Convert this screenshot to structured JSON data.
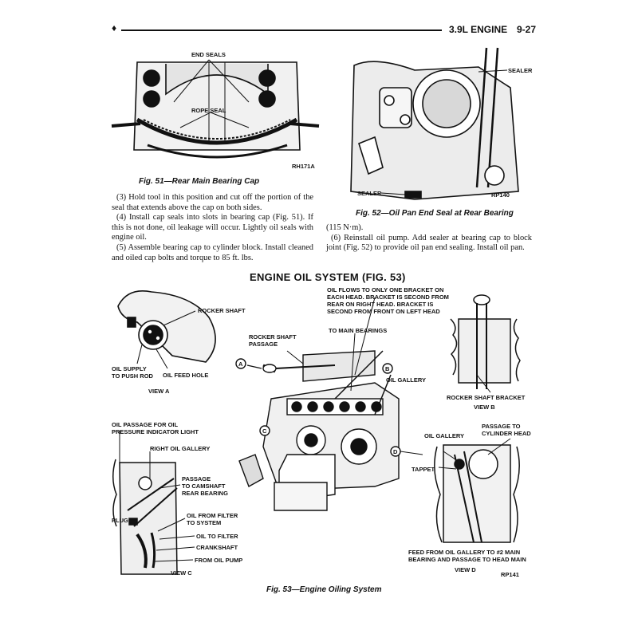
{
  "header": {
    "marker": "♦",
    "section": "3.9L ENGINE",
    "page": "9-27"
  },
  "fig51": {
    "caption": "Fig. 51—Rear Main Bearing Cap",
    "labels": {
      "end_seals": "END SEALS",
      "rope_seal": "ROPE SEAL",
      "code": "RH171A"
    }
  },
  "fig52": {
    "caption": "Fig. 52—Oil Pan End Seal at Rear Bearing",
    "labels": {
      "sealer_top": "SEALER",
      "sealer_bottom": "SEALER",
      "code": "RP140"
    }
  },
  "text_left": [
    "(3) Hold tool in this position and cut off the portion of the seal that extends above the cap on both sides.",
    "(4) Install cap seals into slots in bearing cap (Fig. 51). If this is not done, oil leakage will occur. Lightly oil seals with engine oil.",
    "(5) Assemble bearing cap to cylinder block. Install cleaned and oiled cap bolts and torque to 85 ft. lbs."
  ],
  "text_right": [
    "(115 N·m).",
    "(6) Reinstall oil pump. Add sealer at bearing cap to block joint (Fig. 52) to provide oil pan end sealing. Install oil pan."
  ],
  "fig53": {
    "title": "ENGINE OIL SYSTEM (FIG. 53)",
    "caption": "Fig. 53—Engine Oiling System",
    "view_a": {
      "rocker_shaft": "ROCKER SHAFT",
      "oil_supply": "OIL SUPPLY\nTO PUSH ROD",
      "oil_feed_hole": "OIL FEED HOLE",
      "view": "VIEW A"
    },
    "center": {
      "bracket_note": "OIL FLOWS TO ONLY ONE BRACKET ON\nEACH HEAD. BRACKET IS SECOND FROM\nREAR ON RIGHT HEAD. BRACKET IS\nSECOND FROM FRONT ON LEFT HEAD",
      "rocker_passage": "ROCKER SHAFT\nPASSAGE",
      "to_main_bearings": "TO MAIN BEARINGS",
      "oil_gallery": "OIL GALLERY",
      "marker_a": "A",
      "marker_b": "B",
      "marker_c": "C",
      "marker_d": "D"
    },
    "view_b": {
      "bracket": "ROCKER SHAFT BRACKET",
      "view": "VIEW B"
    },
    "view_c": {
      "oil_passage": "OIL PASSAGE FOR OIL\nPRESSURE INDICATOR LIGHT",
      "right_gallery": "RIGHT OIL GALLERY",
      "passage_camshaft": "PASSAGE\nTO CAMSHAFT\nREAR BEARING",
      "plug": "PLUG",
      "oil_from_filter": "OIL FROM FILTER\nTO SYSTEM",
      "oil_to_filter": "OIL TO FILTER",
      "crankshaft": "CRANKSHAFT",
      "from_pump": "FROM OIL PUMP",
      "view": "VIEW C"
    },
    "view_d": {
      "oil_gallery": "OIL GALLERY",
      "passage_head": "PASSAGE TO\nCYLINDER HEAD",
      "tappet": "TAPPET",
      "feed_note": "FEED FROM OIL GALLERY TO #2 MAIN\nBEARING AND PASSAGE TO HEAD MAIN",
      "view": "VIEW D",
      "code": "RP141"
    }
  }
}
